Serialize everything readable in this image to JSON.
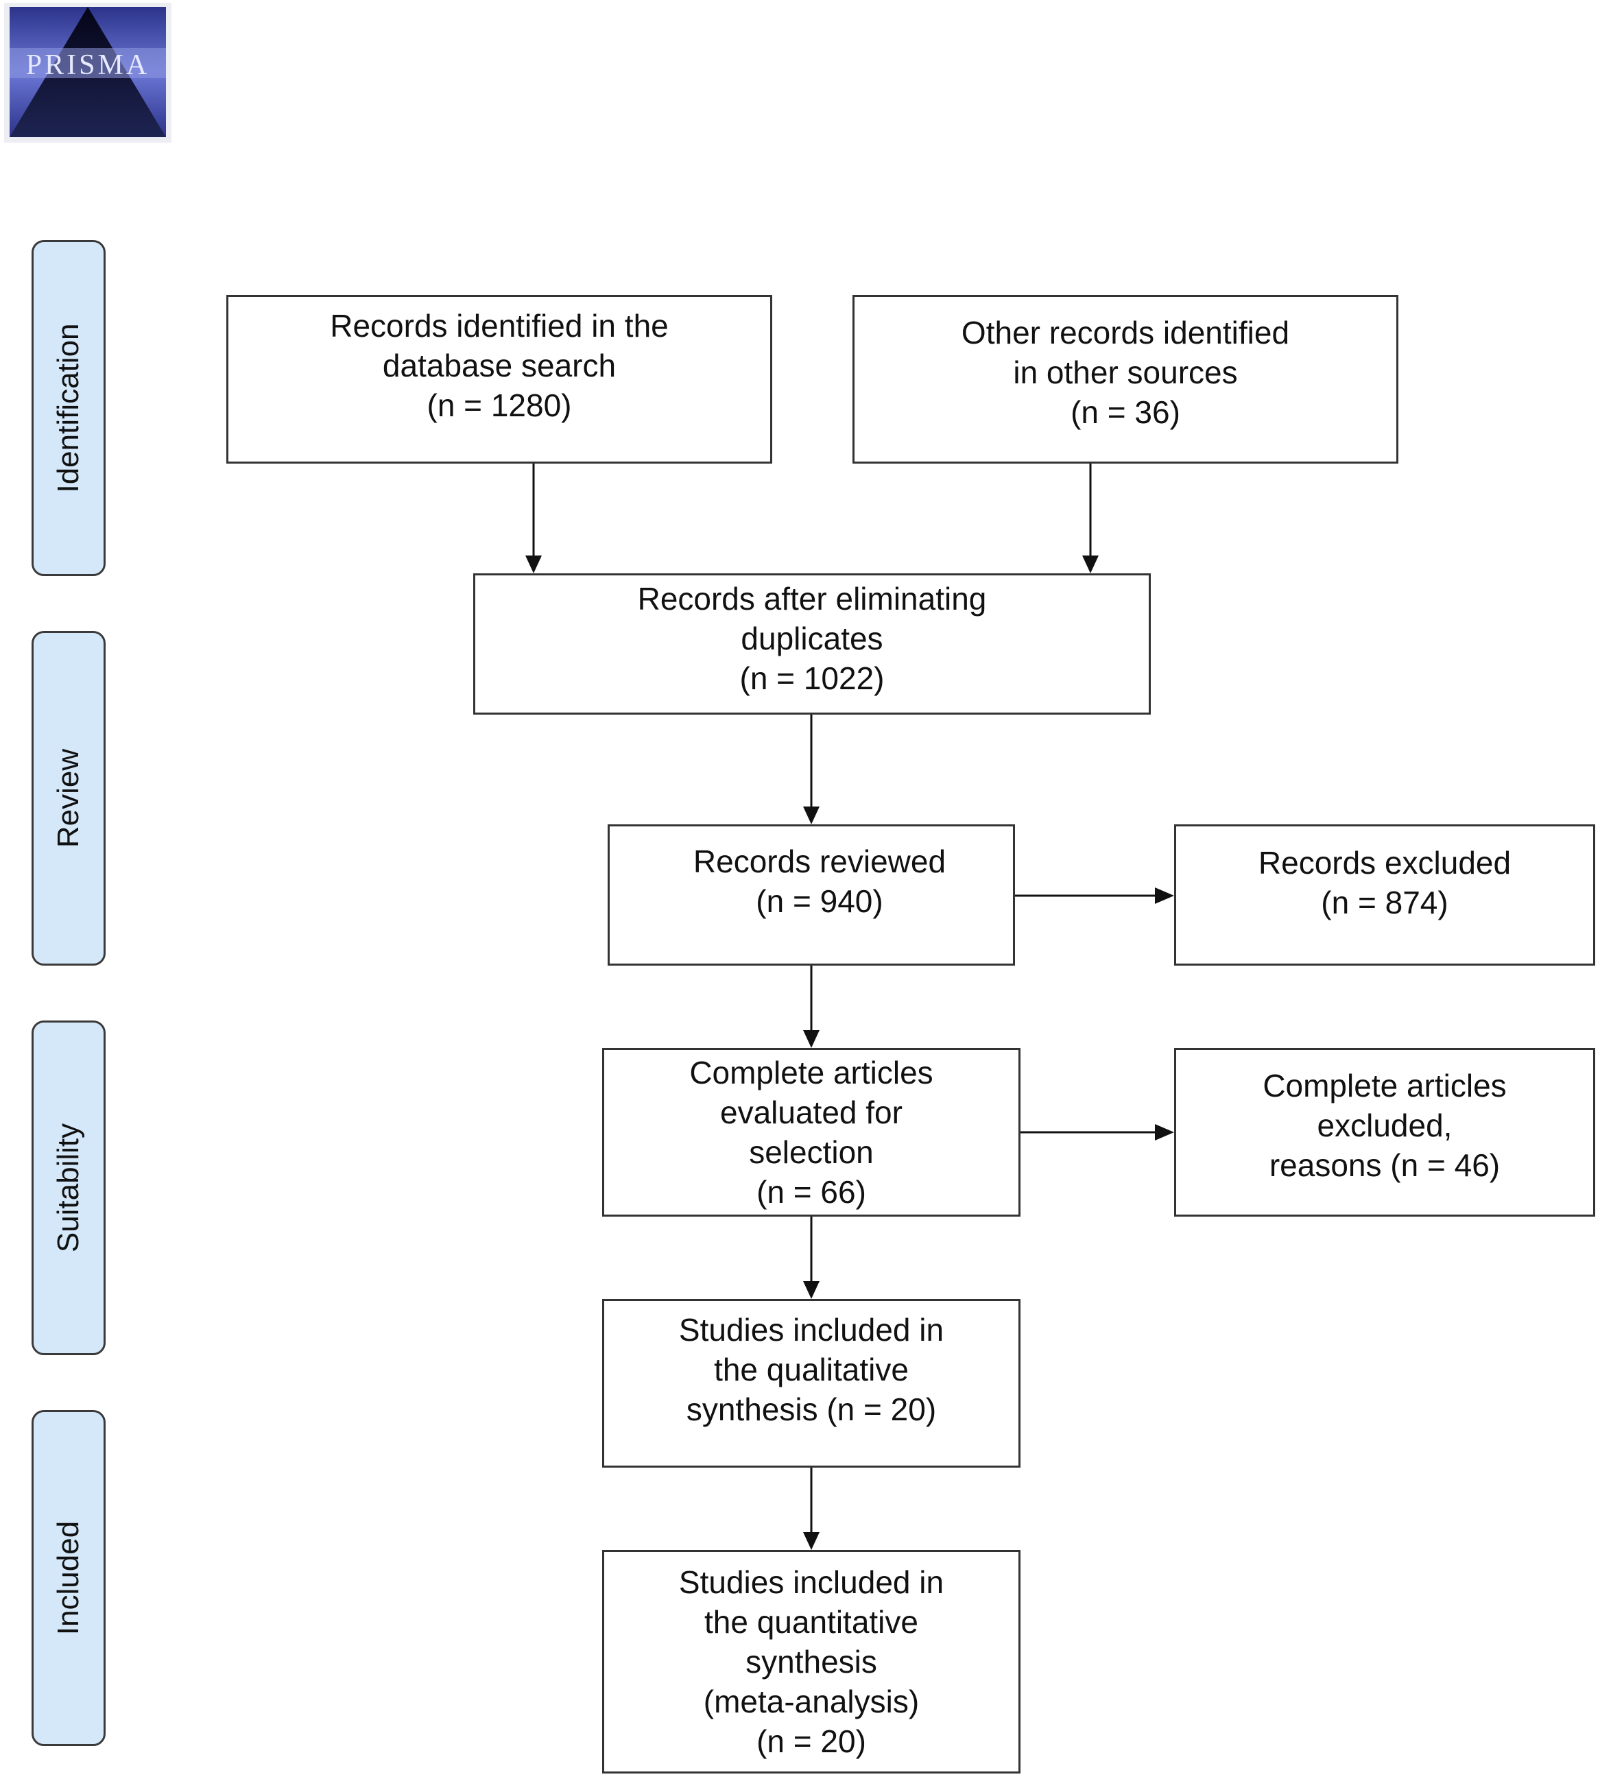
{
  "logo": {
    "text": "PRISMA"
  },
  "stages": [
    {
      "label": "Identification"
    },
    {
      "label": "Review"
    },
    {
      "label": "Suitability"
    },
    {
      "label": "Included"
    }
  ],
  "boxes": {
    "db_search": "Records identified in the\ndatabase search\n(n = 1280)",
    "other_sources": "Other records identified\nin other sources\n(n = 36)",
    "after_duplicates": "Records after eliminating\nduplicates\n(n = 1022)",
    "reviewed": "Records reviewed\n(n = 940)",
    "excluded": "Records excluded\n(n = 874)",
    "full_text": "Complete articles\nevaluated for\nselection\n(n = 66)",
    "full_text_excluded": "Complete articles\nexcluded,\nreasons (n = 46)",
    "qualitative": "Studies included in\nthe qualitative\nsynthesis (n = 20)",
    "quantitative": "Studies included in\nthe quantitative\nsynthesis\n(meta-analysis)\n(n = 20)"
  },
  "colors": {
    "stage_fill": "#d4e8fa",
    "stroke": "#333333",
    "logo_blue": "#5a66c6"
  }
}
